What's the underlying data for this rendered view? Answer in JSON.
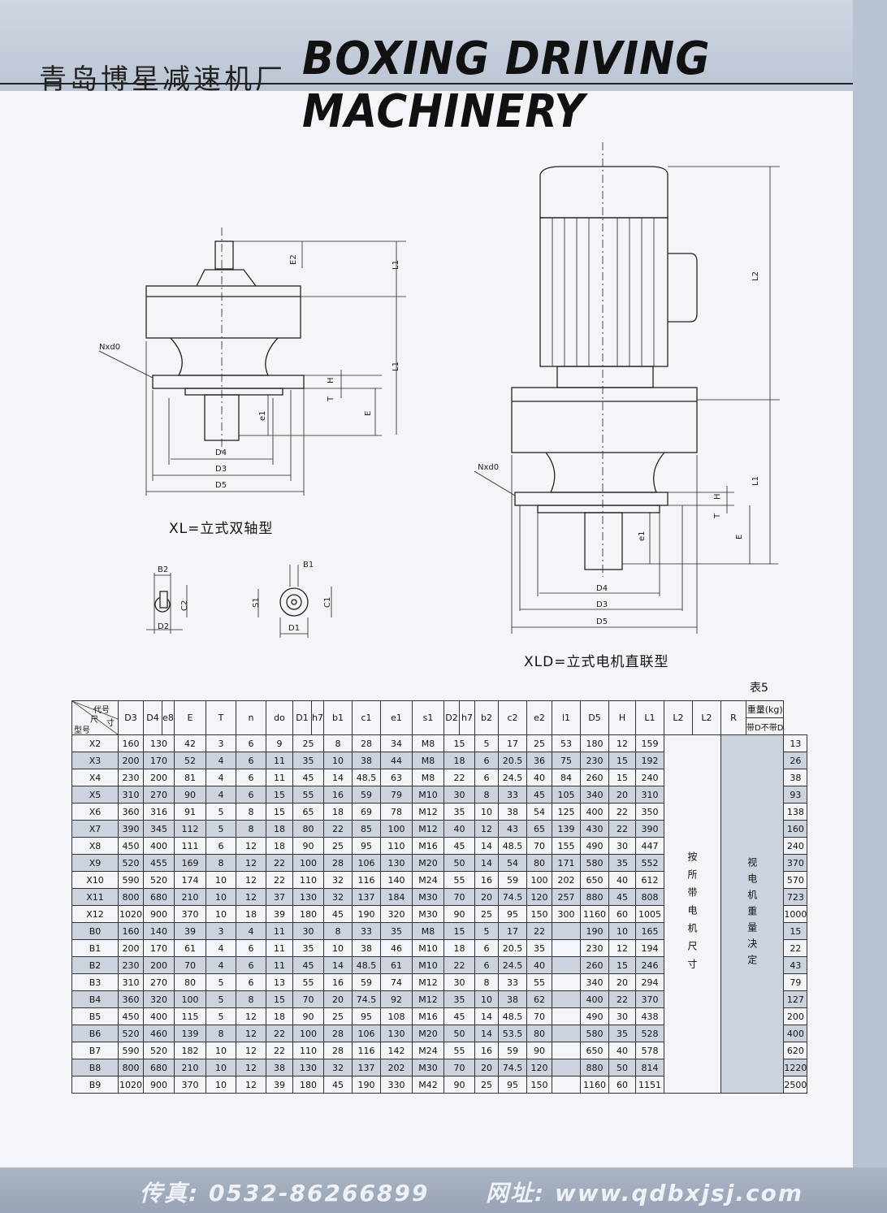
{
  "header": {
    "cn_title": "青岛博星减速机厂",
    "en_title": "BOXING DRIVING MACHINERY"
  },
  "diagrams": {
    "xl_caption": "XL=立式双轴型",
    "xld_caption": "XLD=立式电机直联型",
    "labels": {
      "E2": "E2",
      "L1": "L1",
      "L2": "L2",
      "Nxd0": "Nxd0",
      "T": "T",
      "H": "H",
      "E": "E",
      "e1": "e1",
      "D3": "D3",
      "D4": "D4",
      "D5": "D5",
      "B1": "B1",
      "B2": "B2",
      "C1": "C1",
      "C2": "C2",
      "S1": "S1",
      "D1": "D1",
      "D2": "D2"
    }
  },
  "table": {
    "label": "表5",
    "corner": {
      "top": "代号",
      "mid": "尺",
      "mid2": "寸",
      "bottom": "型号"
    },
    "headers": [
      "D3",
      "D4",
      "e8",
      "E",
      "T",
      "n",
      "do",
      "D1",
      "h7",
      "b1",
      "c1",
      "e1",
      "s1",
      "D2",
      "h7",
      "b2",
      "c2",
      "e2",
      "l1",
      "D5",
      "H",
      "L1",
      "L2",
      "L2",
      "R"
    ],
    "weight_header": "重量(kg)",
    "weight_sub": "带D不带D",
    "note_dims": "按所带电机尺寸",
    "note_weight": "视电机重量决定",
    "rows": [
      [
        "X2",
        "160",
        "130",
        "42",
        "3",
        "6",
        "9",
        "25",
        "8",
        "28",
        "34",
        "M8",
        "15",
        "5",
        "17",
        "25",
        "53",
        "180",
        "12",
        "159",
        "13"
      ],
      [
        "X3",
        "200",
        "170",
        "52",
        "4",
        "6",
        "11",
        "35",
        "10",
        "38",
        "44",
        "M8",
        "18",
        "6",
        "20.5",
        "36",
        "75",
        "230",
        "15",
        "192",
        "26"
      ],
      [
        "X4",
        "230",
        "200",
        "81",
        "4",
        "6",
        "11",
        "45",
        "14",
        "48.5",
        "63",
        "M8",
        "22",
        "6",
        "24.5",
        "40",
        "84",
        "260",
        "15",
        "240",
        "38"
      ],
      [
        "X5",
        "310",
        "270",
        "90",
        "4",
        "6",
        "15",
        "55",
        "16",
        "59",
        "79",
        "M10",
        "30",
        "8",
        "33",
        "45",
        "105",
        "340",
        "20",
        "310",
        "93"
      ],
      [
        "X6",
        "360",
        "316",
        "91",
        "5",
        "8",
        "15",
        "65",
        "18",
        "69",
        "78",
        "M12",
        "35",
        "10",
        "38",
        "54",
        "125",
        "400",
        "22",
        "350",
        "138"
      ],
      [
        "X7",
        "390",
        "345",
        "112",
        "5",
        "8",
        "18",
        "80",
        "22",
        "85",
        "100",
        "M12",
        "40",
        "12",
        "43",
        "65",
        "139",
        "430",
        "22",
        "390",
        "160"
      ],
      [
        "X8",
        "450",
        "400",
        "111",
        "6",
        "12",
        "18",
        "90",
        "25",
        "95",
        "110",
        "M16",
        "45",
        "14",
        "48.5",
        "70",
        "155",
        "490",
        "30",
        "447",
        "240"
      ],
      [
        "X9",
        "520",
        "455",
        "169",
        "8",
        "12",
        "22",
        "100",
        "28",
        "106",
        "130",
        "M20",
        "50",
        "14",
        "54",
        "80",
        "171",
        "580",
        "35",
        "552",
        "370"
      ],
      [
        "X10",
        "590",
        "520",
        "174",
        "10",
        "12",
        "22",
        "110",
        "32",
        "116",
        "140",
        "M24",
        "55",
        "16",
        "59",
        "100",
        "202",
        "650",
        "40",
        "612",
        "570"
      ],
      [
        "X11",
        "800",
        "680",
        "210",
        "10",
        "12",
        "37",
        "130",
        "32",
        "137",
        "184",
        "M30",
        "70",
        "20",
        "74.5",
        "120",
        "257",
        "880",
        "45",
        "808",
        "723"
      ],
      [
        "X12",
        "1020",
        "900",
        "370",
        "10",
        "18",
        "39",
        "180",
        "45",
        "190",
        "320",
        "M30",
        "90",
        "25",
        "95",
        "150",
        "300",
        "1160",
        "60",
        "1005",
        "1000"
      ],
      [
        "B0",
        "160",
        "140",
        "39",
        "3",
        "4",
        "11",
        "30",
        "8",
        "33",
        "35",
        "M8",
        "15",
        "5",
        "17",
        "22",
        "",
        "190",
        "10",
        "165",
        "15"
      ],
      [
        "B1",
        "200",
        "170",
        "61",
        "4",
        "6",
        "11",
        "35",
        "10",
        "38",
        "46",
        "M10",
        "18",
        "6",
        "20.5",
        "35",
        "",
        "230",
        "12",
        "194",
        "22"
      ],
      [
        "B2",
        "230",
        "200",
        "70",
        "4",
        "6",
        "11",
        "45",
        "14",
        "48.5",
        "61",
        "M10",
        "22",
        "6",
        "24.5",
        "40",
        "",
        "260",
        "15",
        "246",
        "43"
      ],
      [
        "B3",
        "310",
        "270",
        "80",
        "5",
        "6",
        "13",
        "55",
        "16",
        "59",
        "74",
        "M12",
        "30",
        "8",
        "33",
        "55",
        "",
        "340",
        "20",
        "294",
        "79"
      ],
      [
        "B4",
        "360",
        "320",
        "100",
        "5",
        "8",
        "15",
        "70",
        "20",
        "74.5",
        "92",
        "M12",
        "35",
        "10",
        "38",
        "62",
        "",
        "400",
        "22",
        "370",
        "127"
      ],
      [
        "B5",
        "450",
        "400",
        "115",
        "5",
        "12",
        "18",
        "90",
        "25",
        "95",
        "108",
        "M16",
        "45",
        "14",
        "48.5",
        "70",
        "",
        "490",
        "30",
        "438",
        "200"
      ],
      [
        "B6",
        "520",
        "460",
        "139",
        "8",
        "12",
        "22",
        "100",
        "28",
        "106",
        "130",
        "M20",
        "50",
        "14",
        "53.5",
        "80",
        "",
        "580",
        "35",
        "528",
        "400"
      ],
      [
        "B7",
        "590",
        "520",
        "182",
        "10",
        "12",
        "22",
        "110",
        "28",
        "116",
        "142",
        "M24",
        "55",
        "16",
        "59",
        "90",
        "",
        "650",
        "40",
        "578",
        "620"
      ],
      [
        "B8",
        "800",
        "680",
        "210",
        "10",
        "12",
        "38",
        "130",
        "32",
        "137",
        "202",
        "M30",
        "70",
        "20",
        "74.5",
        "120",
        "",
        "880",
        "50",
        "814",
        "1220"
      ],
      [
        "B9",
        "1020",
        "900",
        "370",
        "10",
        "12",
        "39",
        "180",
        "45",
        "190",
        "330",
        "M42",
        "90",
        "25",
        "95",
        "150",
        "",
        "1160",
        "60",
        "1151",
        "2500"
      ]
    ]
  },
  "footer": {
    "fax": "传真: 0532-86266899",
    "web": "网址: www.qdbxjsj.com"
  }
}
